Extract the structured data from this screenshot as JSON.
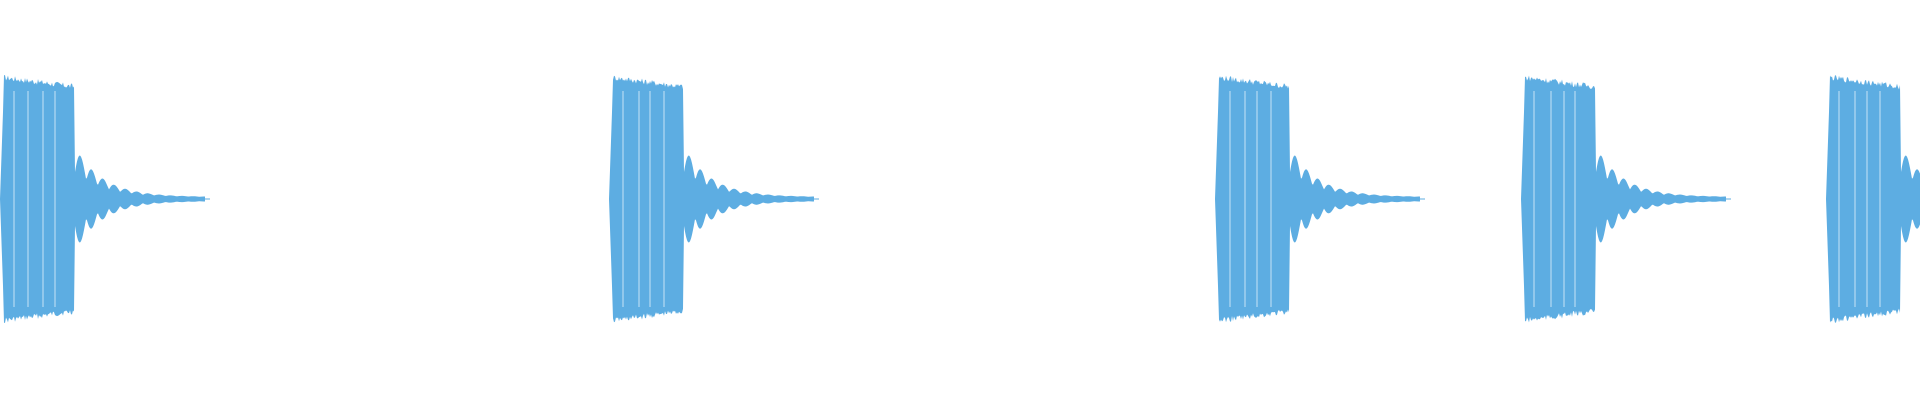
{
  "waveform": {
    "color": "#5dade2",
    "background": "#ffffff",
    "bursts": [
      {
        "index": 1,
        "start_fraction": 0.0
      },
      {
        "index": 2,
        "start_fraction": 0.317
      },
      {
        "index": 3,
        "start_fraction": 0.633
      },
      {
        "index": 4,
        "start_fraction": 0.792
      },
      {
        "index": 5,
        "start_fraction": 0.951
      }
    ]
  }
}
